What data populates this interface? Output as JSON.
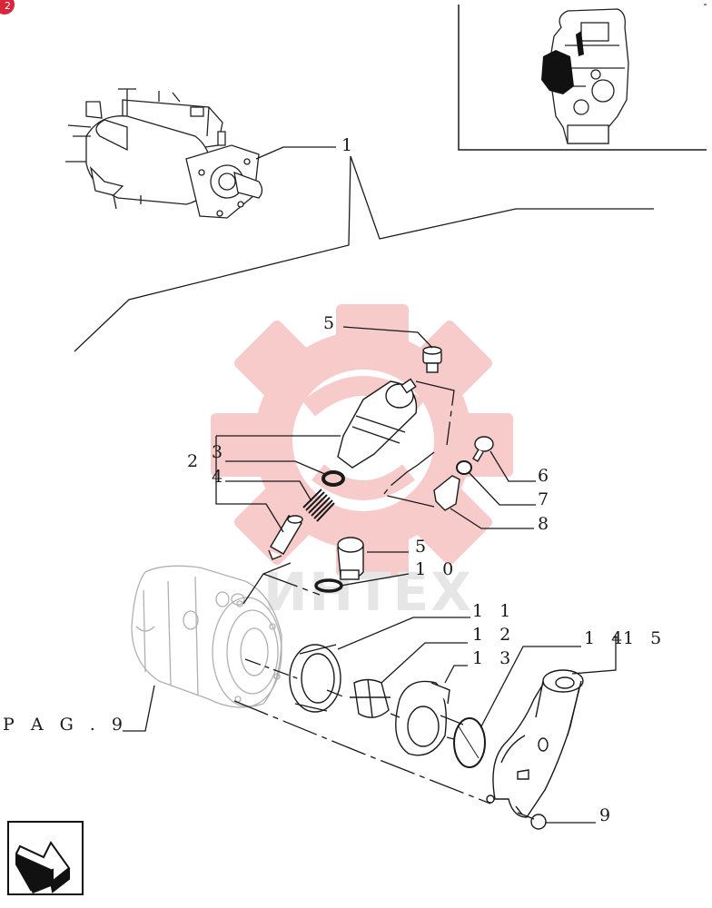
{
  "page_badge": "2",
  "watermark_text": "ИНТЕХ",
  "labels": {
    "l1": "1",
    "l2": "2",
    "l3": "3",
    "l4": "4",
    "l5a": "5",
    "l5b": "5",
    "l6": "6",
    "l7": "7",
    "l8": "8",
    "l9": "9",
    "l10": "1 0",
    "l11": "1 1",
    "l12": "1 2",
    "l13": "1 3",
    "l14": "1 4",
    "l15": "1 5",
    "pag": "P A G .   9"
  },
  "icons": {
    "watermark": "gear-logo-icon",
    "navigation": "return-arrow-icon",
    "inset": "engine-thumbnail-icon"
  },
  "colors": {
    "line": "#1a1a1a",
    "watermark": "#f7b5b5",
    "badge": "#d8263a"
  }
}
